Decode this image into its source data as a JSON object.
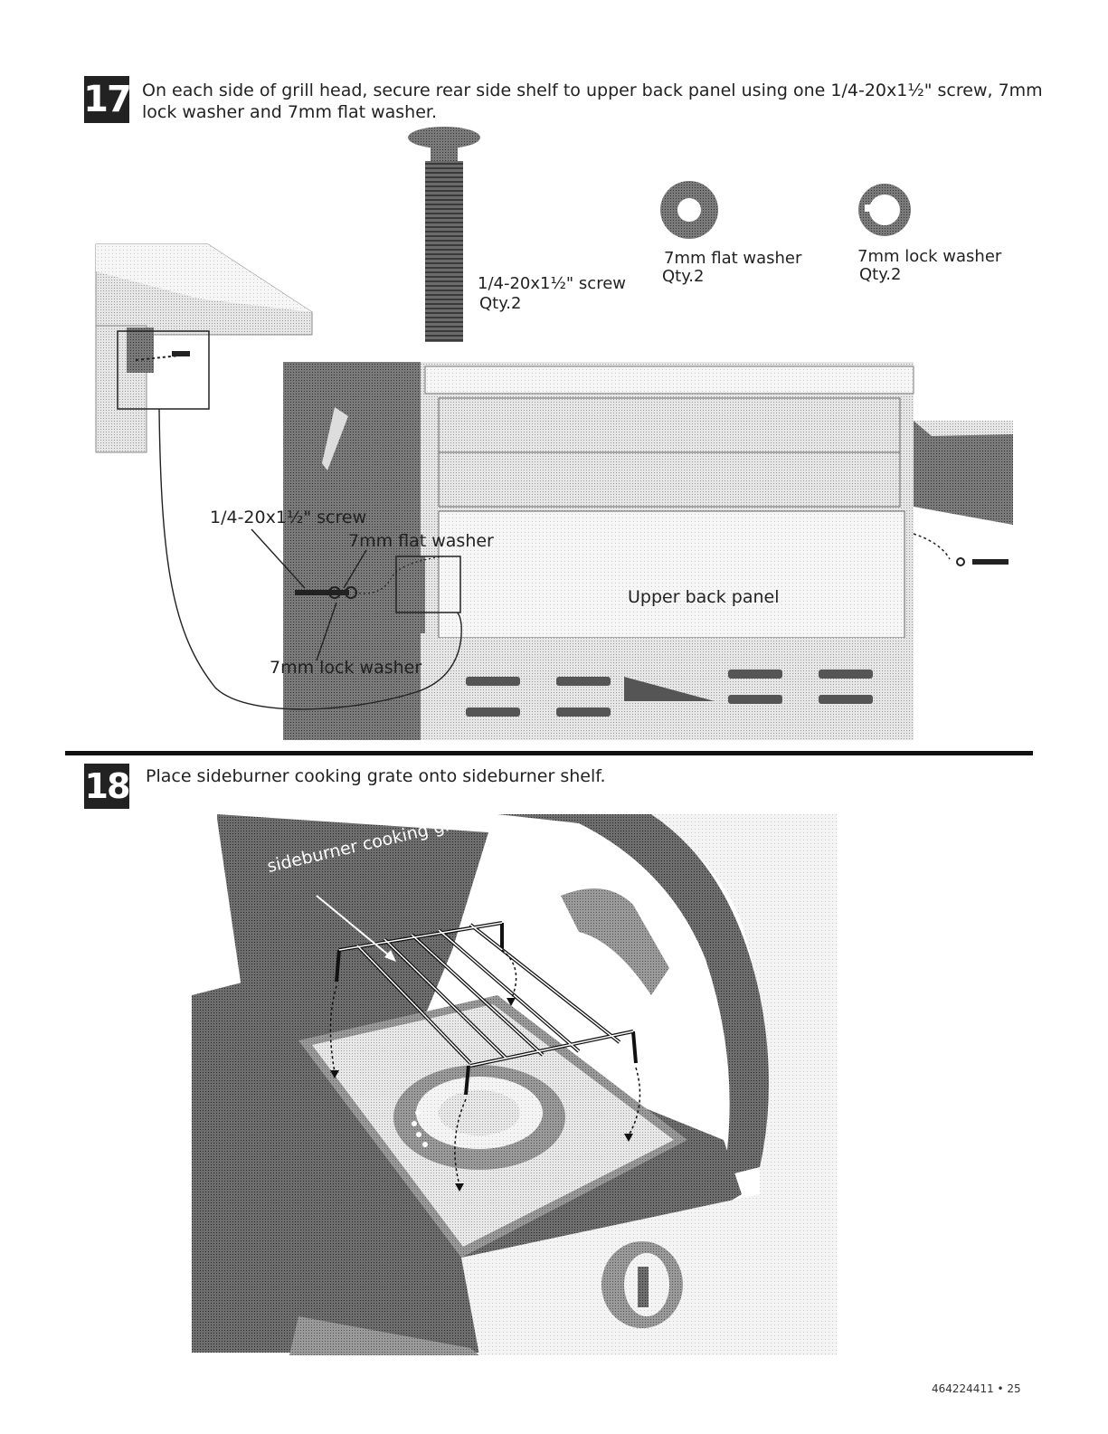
{
  "step17": {
    "number": "17",
    "instruction": "On each side of grill head, secure rear side shelf to upper back panel using one 1/4-20x1½\" screw, 7mm lock washer and 7mm flat washer.",
    "parts": [
      {
        "label": "1/4-20x1½\" screw",
        "qty": "Qty.2"
      },
      {
        "label": "7mm flat washer",
        "qty": "Qty.2"
      },
      {
        "label": "7mm lock washer",
        "qty": "Qty.2"
      }
    ],
    "callouts": {
      "screw": "1/4-20x1½\" screw",
      "flat_washer": "7mm flat washer",
      "lock_washer": "7mm lock washer",
      "panel": "Upper back panel"
    }
  },
  "step18": {
    "number": "18",
    "instruction": "Place sideburner cooking grate onto sideburner shelf.",
    "callout": "sideburner cooking grate"
  },
  "footer": {
    "page_ref": "464224411 • 25"
  }
}
